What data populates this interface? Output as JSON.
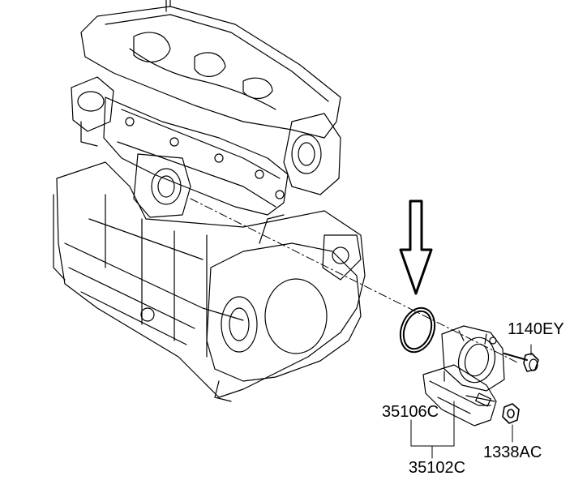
{
  "diagram": {
    "parts": [
      {
        "id": "1140EY",
        "label": "1140EY",
        "component": "bolt"
      },
      {
        "id": "35106C",
        "label": "35106C",
        "component": "gasket-o-ring"
      },
      {
        "id": "35102C",
        "label": "35102C",
        "component": "throttle-body-assembly"
      },
      {
        "id": "1338AC",
        "label": "1338AC",
        "component": "nut"
      }
    ],
    "colors": {
      "line": "#000000",
      "background": "#ffffff"
    }
  }
}
